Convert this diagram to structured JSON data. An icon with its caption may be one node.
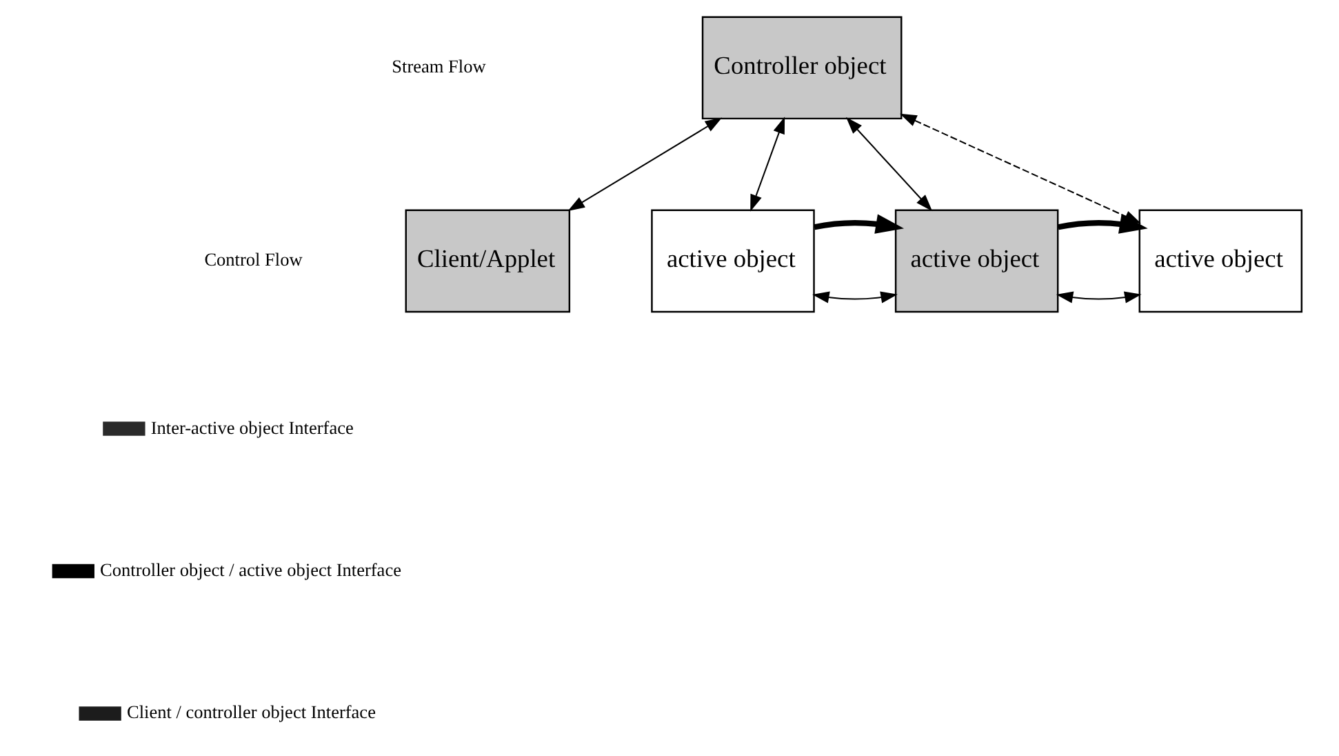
{
  "diagram": {
    "nodes": [
      {
        "text": [
          "Client/Applet"
        ]
      },
      {
        "text": [
          "Controller object"
        ]
      },
      {
        "text": [
          "active object"
        ]
      },
      {
        "text": [
          "active object"
        ]
      },
      {
        "text": [
          "active object"
        ]
      }
    ],
    "edges": [
      {
        "from": 1,
        "to": 0,
        "arrow": "both"
      },
      {
        "from": 1,
        "to": 2,
        "arrow": "both"
      },
      {
        "from": 1,
        "to": 3,
        "arrow": "both"
      },
      {
        "from": 1,
        "to": 4,
        "arrow": "both",
        "style": "dashed"
      },
      {
        "from": 2,
        "to": 3,
        "arrow": "both"
      },
      {
        "from": 2,
        "to": 3,
        "arrow": "to",
        "style": "thick"
      },
      {
        "from": 3,
        "to": 4,
        "arrow": "both"
      },
      {
        "from": 3,
        "to": 4,
        "arrow": "to",
        "style": "thick"
      }
    ],
    "legend": [
      {
        "text": "Stream Flow"
      },
      {
        "text": "Control Flow"
      },
      {
        "text": "Inter-active object Interface",
        "color": "#2a2a2a"
      },
      {
        "text": "Controller object / active object Interface",
        "color": "#000000"
      },
      {
        "text": "Client / controller object Interface",
        "color": "#1c1c1c"
      }
    ]
  }
}
